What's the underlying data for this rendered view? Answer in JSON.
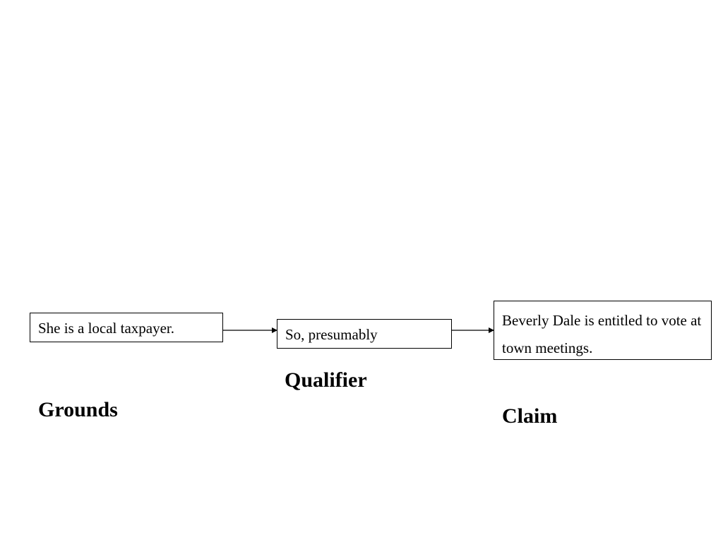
{
  "diagram": {
    "grounds": {
      "text": "She is a local taxpayer.",
      "label": "Grounds"
    },
    "qualifier": {
      "text": "So, presumably",
      "label": "Qualifier"
    },
    "claim": {
      "text": "Beverly Dale is entitled to vote at town meetings.",
      "label": "Claim"
    }
  }
}
